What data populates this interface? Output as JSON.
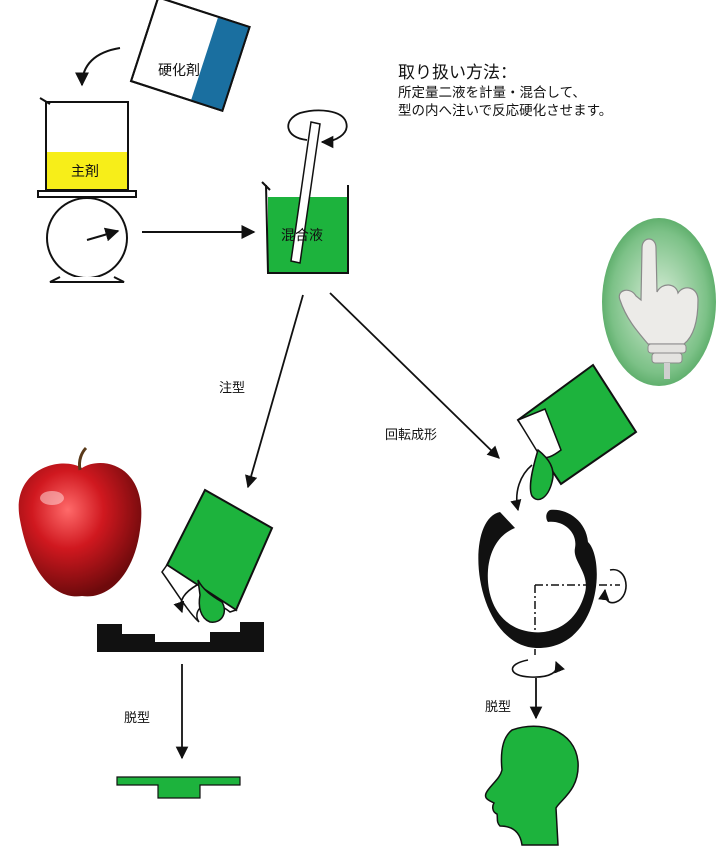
{
  "instructions": {
    "title": "取り扱い方法：",
    "line1": "所定量二液を計量・混合して、",
    "line2": "型の内へ注いで反応硬化させます。"
  },
  "labels": {
    "hardener": "硬化剤",
    "base": "主剤",
    "mixture": "混合液",
    "casting": "注型",
    "rotational_molding": "回転成形",
    "demold_left": "脱型",
    "demold_right": "脱型"
  },
  "colors": {
    "green": "#1db33d",
    "yellow": "#f7ee19",
    "blue": "#1a6fa0",
    "black": "#111111",
    "apple_red": "#c4161c",
    "photo_bg_green": "#49a257"
  }
}
